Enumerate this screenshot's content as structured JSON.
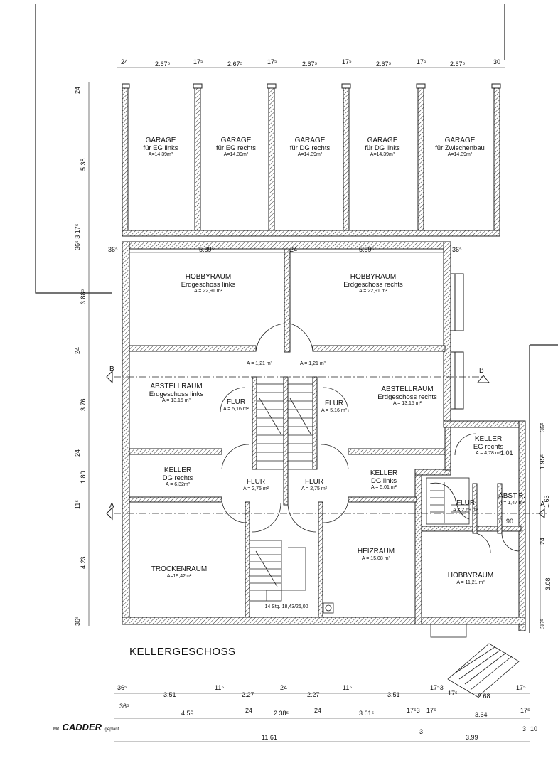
{
  "drawing": {
    "title": "KELLERGESCHOSS",
    "footer": {
      "prefix": "Mit",
      "brand": "CADDER",
      "suffix": "geplant"
    },
    "section_markers": [
      "B",
      "B",
      "A",
      "A"
    ]
  },
  "rooms": {
    "garage1": {
      "name": "GARAGE",
      "sub": "für EG links",
      "area": "A=14.39m²"
    },
    "garage2": {
      "name": "GARAGE",
      "sub": "für EG rechts",
      "area": "A=14.39m²"
    },
    "garage3": {
      "name": "GARAGE",
      "sub": "für DG rechts",
      "area": "A=14.39m²"
    },
    "garage4": {
      "name": "GARAGE",
      "sub": "für DG links",
      "area": "A=14.39m²"
    },
    "garage5": {
      "name": "GARAGE",
      "sub": "für Zwischenbau",
      "area": "A=14.39m²"
    },
    "hobby_left": {
      "name": "HOBBYRAUM",
      "sub": "Erdgeschoss links",
      "area": "A = 22,91 m²"
    },
    "hobby_right": {
      "name": "HOBBYRAUM",
      "sub": "Erdgeschoss rechts",
      "area": "A = 22,91 m²"
    },
    "abstell_left": {
      "name": "ABSTELLRAUM",
      "sub": "Erdgeschoss links",
      "area": "A = 13,15 m²"
    },
    "abstell_right": {
      "name": "ABSTELLRAUM",
      "sub": "Erdgeschoss rechts",
      "area": "A = 13,15 m²"
    },
    "small_left": {
      "area": "A = 1,21 m²"
    },
    "small_right": {
      "area": "A = 1,21 m²"
    },
    "flur_ul": {
      "name": "FLUR",
      "area": "A = 5,16 m²"
    },
    "flur_ur": {
      "name": "FLUR",
      "area": "A = 5,16 m²"
    },
    "flur_ll": {
      "name": "FLUR",
      "area": "A = 2,75 m²"
    },
    "flur_lr": {
      "name": "FLUR",
      "area": "A = 2,75 m²"
    },
    "keller_dg_rechts": {
      "name": "KELLER",
      "sub": "DG rechts",
      "area": "A = 6,32m²"
    },
    "keller_dg_links": {
      "name": "KELLER",
      "sub": "DG links",
      "area": "A = 5,01 m²"
    },
    "keller_eg_rechts": {
      "name": "KELLER",
      "sub": "EG rechts",
      "area": "A = 4,78 m²"
    },
    "flur_small": {
      "name": "FLUR",
      "area": "A = 2,69 m²"
    },
    "abst_r": {
      "name": "ABST.R.",
      "area": "A = 1,47 m²"
    },
    "trockenraum": {
      "name": "TROCKENRAUM",
      "area": "A=19,42m²"
    },
    "heizraum": {
      "name": "HEIZRAUM",
      "area": "A = 15,08 m²"
    },
    "hobby_small": {
      "name": "HOBBYRAUM",
      "area": "A = 11,21 m²"
    }
  },
  "stair_note": "14 Stg. 18,43/26,00",
  "dims": {
    "top": [
      "24",
      "2.67⁵",
      "17⁵",
      "2.67⁵",
      "17⁵",
      "2.67⁵",
      "17⁵",
      "2.67⁵",
      "17⁵",
      "2.67⁵",
      "30"
    ],
    "hobby_width": [
      "36⁵",
      "5.89⁵",
      "24",
      "5.89⁵",
      "36⁵"
    ],
    "keller_eg": [
      "1.01",
      "90",
      "6"
    ],
    "bottom1": [
      "36⁵",
      "3.51",
      "11⁵",
      "2.27",
      "24",
      "2.27",
      "11⁵",
      "3.51",
      "17⁵3",
      "17⁵",
      "2.68",
      "17⁵"
    ],
    "bottom2": [
      "36⁵",
      "4.59",
      "24",
      "2.38⁵",
      "24",
      "3.61⁵",
      "17⁵3",
      "17⁵",
      "3.64",
      "17⁵"
    ],
    "bottom3": [
      "11.61",
      "3",
      "3.99",
      "3",
      "10"
    ],
    "left": [
      "24",
      "5.38",
      "36⁵ 3 17⁵",
      "3.88⁵",
      "24",
      "3.76",
      "24",
      "1.80",
      "11⁵",
      "4.23",
      "36⁵"
    ],
    "right": [
      "36⁵",
      "1.95⁵",
      "1.63",
      "24",
      "3.08",
      "36⁵"
    ]
  }
}
